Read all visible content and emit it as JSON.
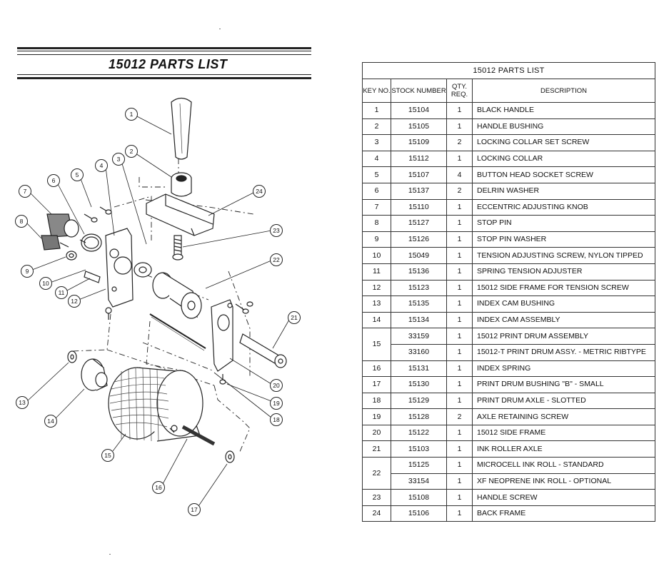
{
  "left_title": "15012 PARTS LIST",
  "table": {
    "title": "15012  PARTS LIST",
    "headers": {
      "key": "KEY NO.",
      "stock": "STOCK NUMBER",
      "qty": "QTY. REQ.",
      "desc": "DESCRIPTION"
    },
    "rows": [
      {
        "key": "1",
        "stock": "15104",
        "qty": "1",
        "desc": "BLACK HANDLE"
      },
      {
        "key": "2",
        "stock": "15105",
        "qty": "1",
        "desc": "HANDLE BUSHING"
      },
      {
        "key": "3",
        "stock": "15109",
        "qty": "2",
        "desc": "LOCKING COLLAR SET SCREW"
      },
      {
        "key": "4",
        "stock": "15112",
        "qty": "1",
        "desc": "LOCKING COLLAR"
      },
      {
        "key": "5",
        "stock": "15107",
        "qty": "4",
        "desc": "BUTTON HEAD SOCKET SCREW"
      },
      {
        "key": "6",
        "stock": "15137",
        "qty": "2",
        "desc": "DELRIN WASHER"
      },
      {
        "key": "7",
        "stock": "15110",
        "qty": "1",
        "desc": "ECCENTRIC ADJUSTING KNOB"
      },
      {
        "key": "8",
        "stock": "15127",
        "qty": "1",
        "desc": "STOP PIN"
      },
      {
        "key": "9",
        "stock": "15126",
        "qty": "1",
        "desc": "STOP PIN WASHER"
      },
      {
        "key": "10",
        "stock": "15049",
        "qty": "1",
        "desc": "TENSION ADJUSTING SCREW, NYLON TIPPED"
      },
      {
        "key": "11",
        "stock": "15136",
        "qty": "1",
        "desc": "SPRING TENSION ADJUSTER"
      },
      {
        "key": "12",
        "stock": "15123",
        "qty": "1",
        "desc": "15012 SIDE FRAME FOR TENSION SCREW"
      },
      {
        "key": "13",
        "stock": "15135",
        "qty": "1",
        "desc": "INDEX CAM BUSHING"
      },
      {
        "key": "14",
        "stock": "15134",
        "qty": "1",
        "desc": "INDEX CAM ASSEMBLY"
      },
      {
        "key": "15",
        "stock": "33159",
        "qty": "1",
        "desc": "15012 PRINT DRUM ASSEMBLY"
      },
      {
        "key": "",
        "stock": "33160",
        "qty": "1",
        "desc": "15012-T PRINT DRUM ASSY. - METRIC RIBTYPE"
      },
      {
        "key": "16",
        "stock": "15131",
        "qty": "1",
        "desc": "INDEX SPRING"
      },
      {
        "key": "17",
        "stock": "15130",
        "qty": "1",
        "desc": "PRINT DRUM BUSHING \"B\" - SMALL"
      },
      {
        "key": "18",
        "stock": "15129",
        "qty": "1",
        "desc": "PRINT DRUM AXLE - SLOTTED"
      },
      {
        "key": "19",
        "stock": "15128",
        "qty": "2",
        "desc": "AXLE RETAINING SCREW"
      },
      {
        "key": "20",
        "stock": "15122",
        "qty": "1",
        "desc": "15012 SIDE FRAME"
      },
      {
        "key": "21",
        "stock": "15103",
        "qty": "1",
        "desc": "INK ROLLER AXLE"
      },
      {
        "key": "22",
        "stock": "15125",
        "qty": "1",
        "desc": "MICROCELL INK ROLL - STANDARD"
      },
      {
        "key": "",
        "stock": "33154",
        "qty": "1",
        "desc": "XF NEOPRENE INK ROLL - OPTIONAL"
      },
      {
        "key": "23",
        "stock": "15108",
        "qty": "1",
        "desc": "HANDLE SCREW"
      },
      {
        "key": "24",
        "stock": "15106",
        "qty": "1",
        "desc": "BACK FRAME"
      }
    ]
  },
  "callouts": [
    "1",
    "2",
    "3",
    "4",
    "5",
    "6",
    "7",
    "8",
    "9",
    "10",
    "11",
    "12",
    "13",
    "14",
    "15",
    "16",
    "17",
    "18",
    "19",
    "20",
    "21",
    "22",
    "23",
    "24"
  ]
}
